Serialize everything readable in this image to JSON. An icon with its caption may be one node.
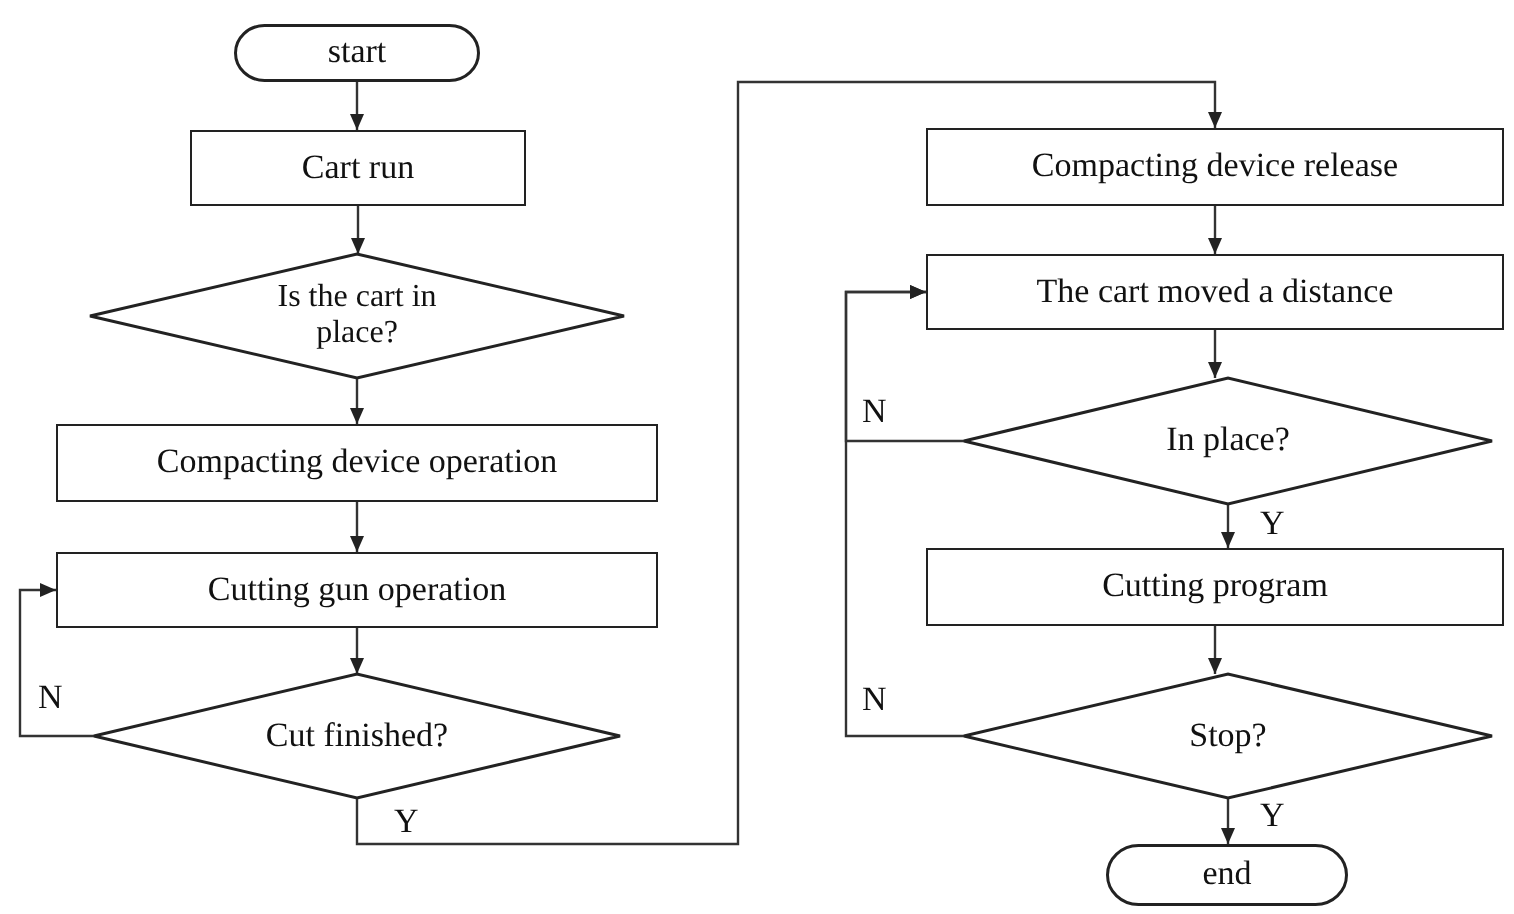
{
  "diagram": {
    "nodes": [
      {
        "text": [
          "start"
        ]
      },
      {
        "text": [
          "Cart run"
        ]
      },
      {
        "text": [
          "Is the cart in place?"
        ]
      },
      {
        "text": [
          "Compacting device operation"
        ]
      },
      {
        "text": [
          "Cutting gun operation"
        ]
      },
      {
        "text": [
          "Cut finished?"
        ]
      },
      {
        "text": [
          "Compacting device release"
        ]
      },
      {
        "text": [
          "The cart moved a distance"
        ]
      },
      {
        "text": [
          "In place?"
        ]
      },
      {
        "text": [
          "Cutting program"
        ]
      },
      {
        "text": [
          "Stop?"
        ]
      },
      {
        "text": [
          "end"
        ]
      }
    ],
    "edges": [
      {
        "from": 0,
        "to": 1,
        "arrow": "to"
      },
      {
        "from": 1,
        "to": 2,
        "arrow": "to"
      },
      {
        "from": 2,
        "to": 3,
        "arrow": "to"
      },
      {
        "from": 3,
        "to": 4,
        "arrow": "to"
      },
      {
        "from": 4,
        "to": 5,
        "arrow": "to"
      },
      {
        "from": 5,
        "to": 4,
        "arrow": "to",
        "label": "N"
      },
      {
        "from": 5,
        "to": 6,
        "arrow": "to",
        "label": "Y"
      },
      {
        "from": 6,
        "to": 7,
        "arrow": "to"
      },
      {
        "from": 7,
        "to": 8,
        "arrow": "to"
      },
      {
        "from": 8,
        "to": 7,
        "arrow": "to",
        "label": "N"
      },
      {
        "from": 8,
        "to": 9,
        "arrow": "to",
        "label": "Y"
      },
      {
        "from": 9,
        "to": 10,
        "arrow": "to"
      },
      {
        "from": 10,
        "to": 7,
        "arrow": "to",
        "label": "N"
      },
      {
        "from": 10,
        "to": 11,
        "arrow": "to",
        "label": "Y"
      }
    ]
  }
}
